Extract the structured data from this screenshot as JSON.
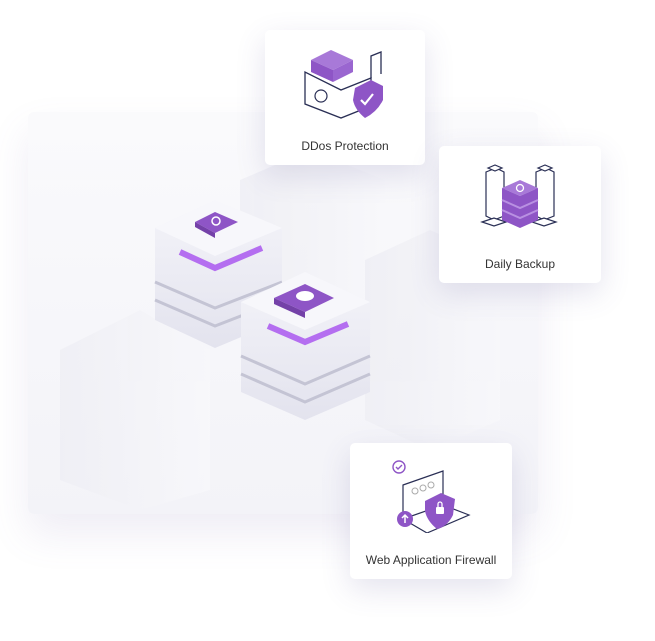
{
  "colors": {
    "accent": "#8e55c6",
    "accent_light": "#a879d8",
    "outline": "#2a2f55"
  },
  "cards": [
    {
      "label": "DDos Protection",
      "icon": "ddos-shield-icon"
    },
    {
      "label": "Daily Backup",
      "icon": "backup-server-icon"
    },
    {
      "label": "Web Application Firewall",
      "icon": "firewall-shield-icon"
    }
  ]
}
